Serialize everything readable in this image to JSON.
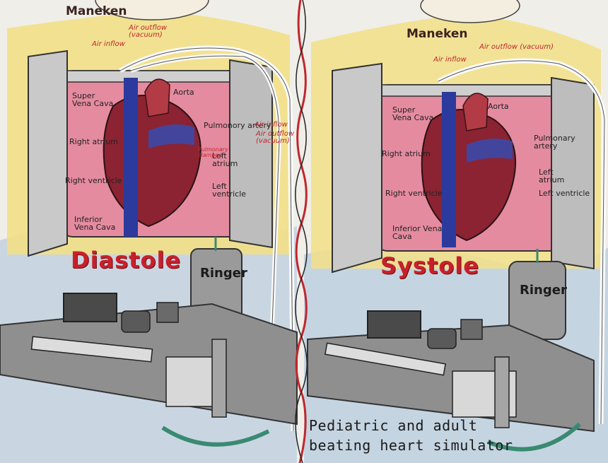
{
  "left_panel": {
    "header": "Maneken",
    "labels": {
      "air_inflow": "Air inflow",
      "air_outflow": "Air outflow (vacuum)",
      "super_vena_cava": "Super Vena Cava",
      "aorta": "Aorta",
      "pulmonary_artery": "Pulmonory artery",
      "right_atrium": "Right atrium",
      "left_atrium": "Left atrium",
      "right_ventricle": "Right ventricle",
      "left_ventricle": "Left ventricle",
      "inferior_vena_cava": "Inferior Vena Cava",
      "air_inflow_right": "Air inflow",
      "air_outflow_right": "Air outflow (vacuum)",
      "pulmonary_clamped": "Pulmonary clamped"
    },
    "state_title": "Diastole",
    "bag_label": "Ringer"
  },
  "right_panel": {
    "header": "Maneken",
    "labels": {
      "air_inflow": "Air inflow",
      "air_outflow": "Air outflow (vacuum)",
      "super_vena_cava": "Super Vena Cava",
      "aorta": "Aorta",
      "pulmonary_artery": "Pulmonary artery",
      "right_atrium": "Right atrium",
      "left_atrium": "Left atrium",
      "right_ventricle": "Right ventricle",
      "left_ventricle": "Left ventricle",
      "inferior_vena_cava": "Inferior Vena Cava"
    },
    "state_title": "Systole",
    "bag_label": "Ringer"
  },
  "caption": {
    "line1": "Pediatric and adult",
    "line2": "beating heart simulator"
  },
  "colors": {
    "background_blue": "#9dbcd8",
    "cavity_pink": "#e58ba0",
    "panel_yellow": "#f0dc7a",
    "title_red": "#c8202a",
    "divider_red": "#c0272d"
  }
}
